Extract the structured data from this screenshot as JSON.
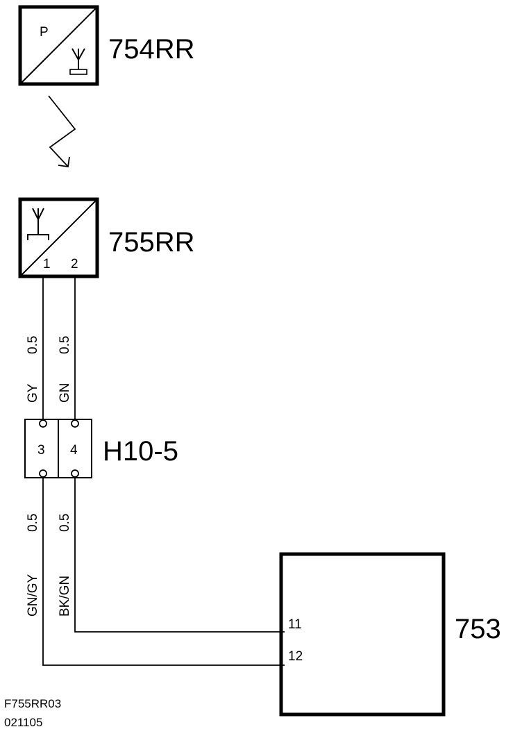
{
  "components": {
    "transmitter": {
      "id": "754RR",
      "symbol_letter": "P",
      "icon": "antenna-icon"
    },
    "receiver": {
      "id": "755RR",
      "pins": [
        "1",
        "2"
      ],
      "icon": "antenna-icon"
    },
    "connector": {
      "id": "H10-5",
      "pins": [
        "3",
        "4"
      ]
    },
    "control_unit": {
      "id": "753",
      "pins": [
        "11",
        "12"
      ]
    }
  },
  "wires": {
    "upper": [
      {
        "size": "0.5",
        "color": "GY"
      },
      {
        "size": "0.5",
        "color": "GN"
      }
    ],
    "lower": [
      {
        "size": "0.5",
        "color": "GN/GY"
      },
      {
        "size": "0.5",
        "color": "BK/GN"
      }
    ]
  },
  "footer": {
    "code": "F755RR03",
    "date": "021105"
  },
  "signal_icon": "wireless-signal-arrow-icon"
}
